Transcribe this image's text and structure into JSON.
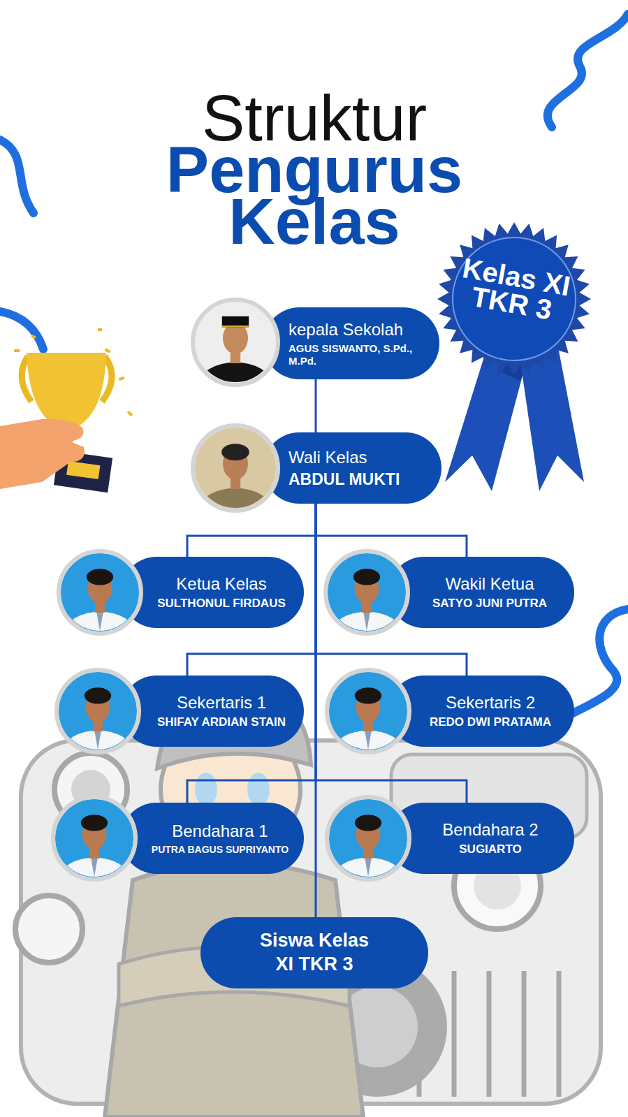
{
  "diagram": {
    "title": "Struktur Pengurus Kelas",
    "nodes": [
      {
        "text": [
          "Kelas XI TKR 3"
        ]
      },
      {
        "text": [
          "kepala Sekolah",
          "AGUS SISWANTO, S.Pd., M.Pd."
        ]
      },
      {
        "text": [
          "Wali Kelas",
          "ABDUL MUKTI"
        ]
      },
      {
        "text": [
          "Ketua Kelas",
          "SULTHONUL FIRDAUS"
        ]
      },
      {
        "text": [
          "Wakil Ketua",
          "SATYO JUNI PUTRA"
        ]
      },
      {
        "text": [
          "Sekertaris 1",
          "SHIFAY ARDIAN STAIN"
        ]
      },
      {
        "text": [
          "Sekertaris 2",
          "REDO DWI PRATAMA"
        ]
      },
      {
        "text": [
          "Bendahara 1",
          "PUTRA BAGUS SUPRIYANTO"
        ]
      },
      {
        "text": [
          "Bendahara 2",
          "SUGIARTO"
        ]
      },
      {
        "text": [
          "Siswa Kelas XI TKR 3"
        ]
      }
    ],
    "edges": [
      {
        "from": 1,
        "to": 2,
        "arrow": "none"
      },
      {
        "from": 2,
        "to": 3,
        "arrow": "none"
      },
      {
        "from": 2,
        "to": 4,
        "arrow": "none"
      },
      {
        "from": 2,
        "to": 5,
        "arrow": "none"
      },
      {
        "from": 2,
        "to": 6,
        "arrow": "none"
      },
      {
        "from": 2,
        "to": 7,
        "arrow": "none"
      },
      {
        "from": 2,
        "to": 8,
        "arrow": "none"
      },
      {
        "from": 2,
        "to": 9,
        "arrow": "none"
      }
    ]
  }
}
